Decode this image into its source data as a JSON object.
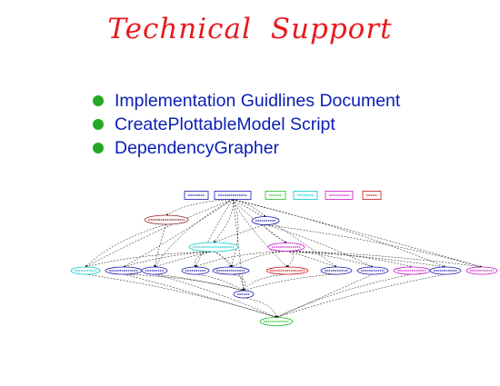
{
  "slide": {
    "title": "Technical  Support",
    "title_color": "#e8191d",
    "bullet_color": "#22aa22",
    "text_color": "#0a1eb4",
    "bullets": [
      "Implementation Guidlines Document",
      "CreatePlottableModel Script",
      "DependencyGrapher"
    ]
  },
  "graph": {
    "nodes": [
      {
        "id": "n1",
        "label": "",
        "shape": "box",
        "color": "#1a1ab0"
      },
      {
        "id": "n2",
        "label": "",
        "shape": "box",
        "color": "#1a1ab0"
      },
      {
        "id": "n3",
        "label": "",
        "shape": "box",
        "color": "#22bb22"
      },
      {
        "id": "n4",
        "label": "",
        "shape": "box",
        "color": "#00c8c8"
      },
      {
        "id": "n5",
        "label": "",
        "shape": "box",
        "color": "#c814c8"
      },
      {
        "id": "n6",
        "label": "",
        "shape": "box",
        "color": "#c81414"
      },
      {
        "id": "n7",
        "label": "",
        "shape": "ellipse",
        "color": "#8b1a1a"
      },
      {
        "id": "n8",
        "label": "",
        "shape": "ellipse",
        "color": "#1a1ab0"
      },
      {
        "id": "n9",
        "label": "",
        "shape": "ellipse",
        "color": "#00c8c8"
      },
      {
        "id": "n10",
        "label": "",
        "shape": "ellipse",
        "color": "#c814c8"
      },
      {
        "id": "n11",
        "label": "",
        "shape": "ellipse",
        "color": "#00c8c8"
      },
      {
        "id": "n12",
        "label": "",
        "shape": "ellipse",
        "color": "#1a1ab0"
      },
      {
        "id": "n13",
        "label": "",
        "shape": "ellipse",
        "color": "#1a1ab0"
      },
      {
        "id": "n14",
        "label": "",
        "shape": "ellipse",
        "color": "#1a1ab0"
      },
      {
        "id": "n15",
        "label": "",
        "shape": "ellipse",
        "color": "#1a1ab0"
      },
      {
        "id": "n16",
        "label": "",
        "shape": "ellipse",
        "color": "#c81414"
      },
      {
        "id": "n17",
        "label": "",
        "shape": "ellipse",
        "color": "#1a1ab0"
      },
      {
        "id": "n18",
        "label": "",
        "shape": "ellipse",
        "color": "#1a1ab0"
      },
      {
        "id": "n19",
        "label": "",
        "shape": "ellipse",
        "color": "#c814c8"
      },
      {
        "id": "n20",
        "label": "",
        "shape": "ellipse",
        "color": "#1a1ab0"
      },
      {
        "id": "n21",
        "label": "",
        "shape": "ellipse",
        "color": "#c814c8"
      },
      {
        "id": "n22",
        "label": "",
        "shape": "ellipse",
        "color": "#1a1ab0"
      },
      {
        "id": "n23",
        "label": "",
        "shape": "ellipse",
        "color": "#22bb22"
      }
    ],
    "edges": [
      [
        "n2",
        "n7"
      ],
      [
        "n2",
        "n8"
      ],
      [
        "n2",
        "n9"
      ],
      [
        "n2",
        "n10"
      ],
      [
        "n2",
        "n11"
      ],
      [
        "n2",
        "n12"
      ],
      [
        "n2",
        "n13"
      ],
      [
        "n2",
        "n14"
      ],
      [
        "n2",
        "n15"
      ],
      [
        "n2",
        "n16"
      ],
      [
        "n2",
        "n17"
      ],
      [
        "n2",
        "n20"
      ],
      [
        "n2",
        "n21"
      ],
      [
        "n2",
        "n22"
      ],
      [
        "n8",
        "n9"
      ],
      [
        "n8",
        "n10"
      ],
      [
        "n8",
        "n18"
      ],
      [
        "n8",
        "n21"
      ],
      [
        "n9",
        "n11"
      ],
      [
        "n9",
        "n12"
      ],
      [
        "n9",
        "n13"
      ],
      [
        "n9",
        "n14"
      ],
      [
        "n9",
        "n15"
      ],
      [
        "n9",
        "n22"
      ],
      [
        "n10",
        "n14"
      ],
      [
        "n10",
        "n15"
      ],
      [
        "n10",
        "n16"
      ],
      [
        "n10",
        "n17"
      ],
      [
        "n10",
        "n18"
      ],
      [
        "n10",
        "n19"
      ],
      [
        "n10",
        "n20"
      ],
      [
        "n10",
        "n21"
      ],
      [
        "n12",
        "n22"
      ],
      [
        "n13",
        "n22"
      ],
      [
        "n14",
        "n22"
      ],
      [
        "n15",
        "n22"
      ],
      [
        "n16",
        "n22"
      ],
      [
        "n17",
        "n22"
      ],
      [
        "n18",
        "n23"
      ],
      [
        "n19",
        "n23"
      ],
      [
        "n20",
        "n23"
      ],
      [
        "n11",
        "n23"
      ],
      [
        "n12",
        "n23"
      ],
      [
        "n13",
        "n23"
      ],
      [
        "n22",
        "n23"
      ],
      [
        "n7",
        "n11"
      ],
      [
        "n7",
        "n13"
      ]
    ]
  }
}
